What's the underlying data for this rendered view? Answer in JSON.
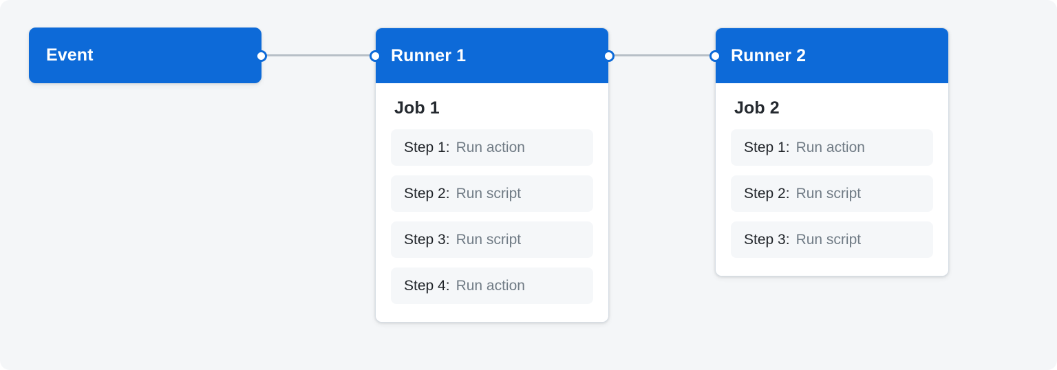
{
  "diagram": {
    "type": "flow-diagram",
    "background_color": "#f4f6f8",
    "accent_color": "#0d6ad8",
    "nodes": [
      {
        "id": "event",
        "kind": "pill",
        "title": "Event",
        "ports": [
          "right"
        ]
      },
      {
        "id": "runner-1",
        "kind": "card",
        "title": "Runner 1",
        "job_title": "Job 1",
        "ports": [
          "left",
          "right"
        ],
        "steps": [
          {
            "label": "Step 1:",
            "value": "Run action"
          },
          {
            "label": "Step 2:",
            "value": "Run script"
          },
          {
            "label": "Step 3:",
            "value": "Run script"
          },
          {
            "label": "Step 4:",
            "value": "Run action"
          }
        ]
      },
      {
        "id": "runner-2",
        "kind": "card",
        "title": "Runner 2",
        "job_title": "Job 2",
        "ports": [
          "left"
        ],
        "steps": [
          {
            "label": "Step 1:",
            "value": "Run action"
          },
          {
            "label": "Step 2:",
            "value": "Run script"
          },
          {
            "label": "Step 3:",
            "value": "Run script"
          }
        ]
      }
    ],
    "edges": [
      {
        "id": "edge-1",
        "from": "event",
        "to": "runner-1"
      },
      {
        "id": "edge-2",
        "from": "runner-1",
        "to": "runner-2"
      }
    ]
  }
}
